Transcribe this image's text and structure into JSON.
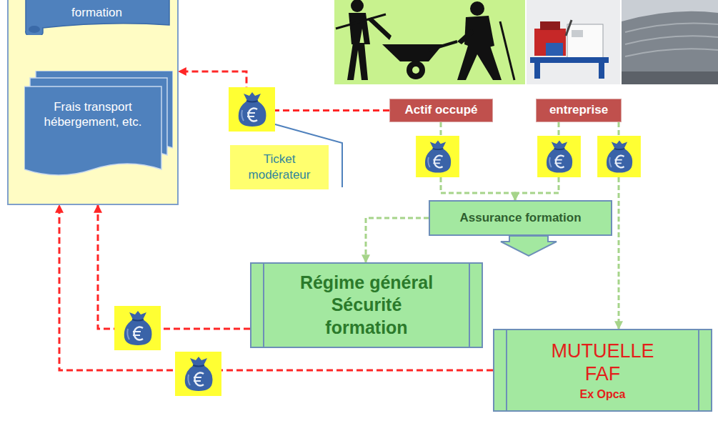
{
  "diagram": {
    "nodes": [
      {
        "text": []
      },
      {
        "text": [
          "formation"
        ],
        "in": 0
      },
      {
        "text": [
          "Frais transport hébergement, etc."
        ],
        "in": 0
      },
      {
        "text": [
          "Actif occupé"
        ]
      },
      {
        "text": [
          "entreprise"
        ]
      },
      {
        "text": [
          "Ticket modérateur"
        ]
      },
      {
        "text": [
          "Assurance formation"
        ]
      },
      {
        "text": [
          "Régime général Sécurité formation"
        ]
      },
      {
        "text": [
          "MUTUELLE FAF",
          "Ex Opca"
        ]
      }
    ],
    "edges": [
      {
        "from": 3,
        "to": 0,
        "arrow": "to"
      },
      {
        "from": 7,
        "to": 0,
        "arrow": "to"
      },
      {
        "from": 8,
        "to": 0,
        "arrow": "to"
      },
      {
        "from": 3,
        "to": 6,
        "arrow": "to"
      },
      {
        "from": 4,
        "to": 6,
        "arrow": "to"
      },
      {
        "from": 6,
        "to": 7,
        "arrow": "to"
      },
      {
        "from": 4,
        "to": 8,
        "arrow": "to"
      }
    ]
  }
}
